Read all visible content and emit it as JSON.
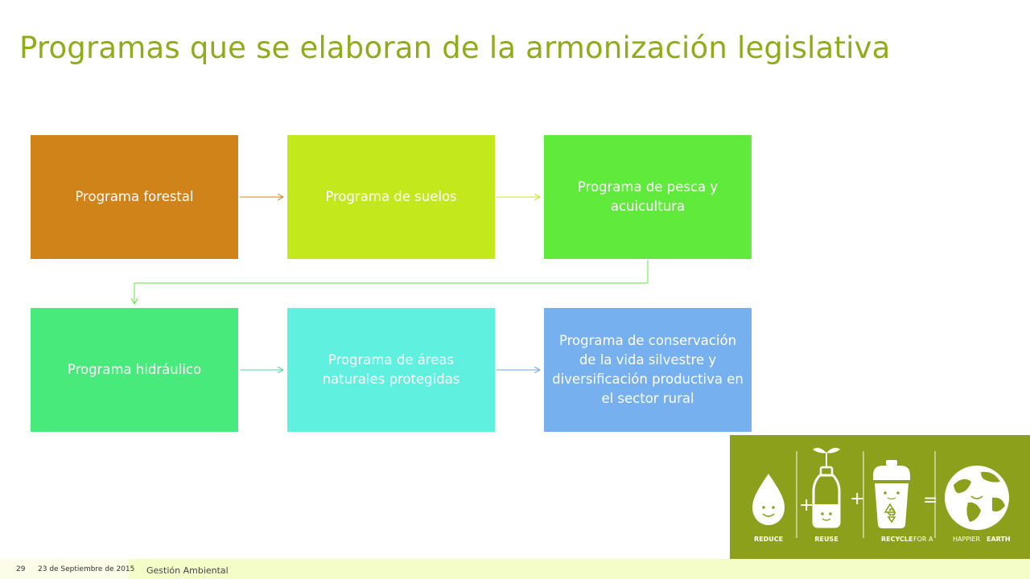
{
  "slide": {
    "title": "Programas que se elaboran de la armonización legislativa"
  },
  "programs": [
    {
      "label": "Programa forestal",
      "color": "#d08318"
    },
    {
      "label": "Programa de suelos",
      "color": "#c3e81c"
    },
    {
      "label": "Programa de pesca y acuicultura",
      "color": "#5fea3c"
    },
    {
      "label": "Programa hidráulico",
      "color": "#48ea7c"
    },
    {
      "label": "Programa de áreas naturales protegidas",
      "color": "#5ff0e0"
    },
    {
      "label": "Programa de conservación de la vida silvestre y diversificación productiva en el sector rural",
      "color": "#76b0ee"
    }
  ],
  "logo": {
    "reduce": "REDUCE",
    "reuse": "REUSE",
    "recycle": "RECYCLE",
    "for_a": "FOR A",
    "happier": "HAPPIER",
    "earth": "EARTH",
    "plus": "+",
    "equals": "="
  },
  "footer": {
    "page_number": "29",
    "date": "23 de Septiembre de 2015",
    "text": "Gestión Ambiental"
  }
}
